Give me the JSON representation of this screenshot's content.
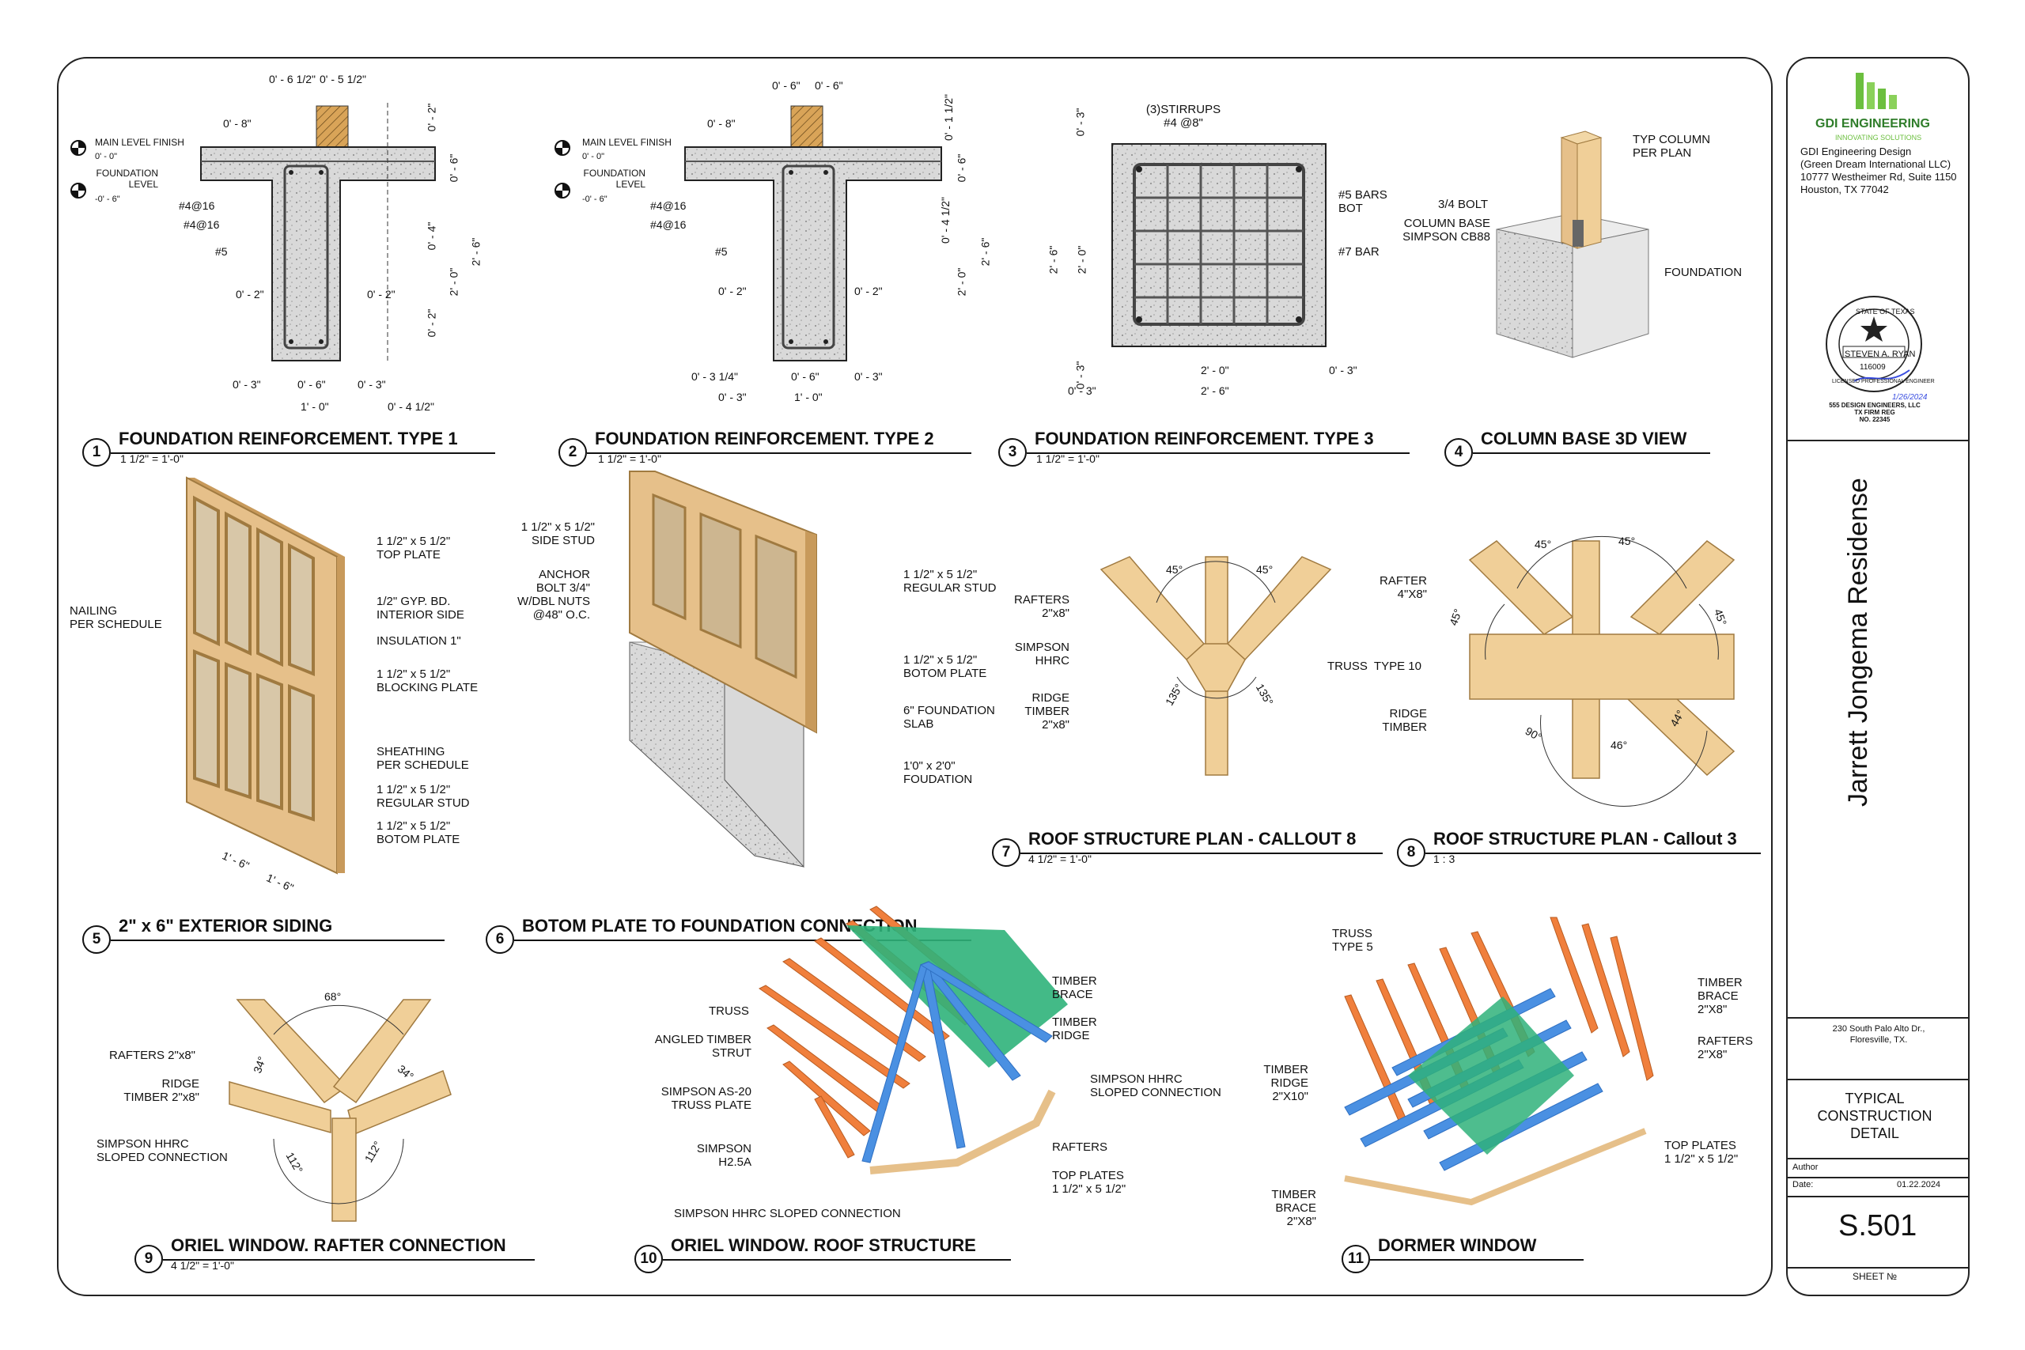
{
  "views": [
    {
      "num": "1",
      "title": "FOUNDATION REINFORCEMENT. TYPE 1",
      "scale": "1 1/2\" = 1'-0\""
    },
    {
      "num": "2",
      "title": "FOUNDATION REINFORCEMENT. TYPE 2",
      "scale": "1 1/2\" = 1'-0\""
    },
    {
      "num": "3",
      "title": "FOUNDATION REINFORCEMENT. TYPE 3",
      "scale": "1 1/2\" = 1'-0\""
    },
    {
      "num": "4",
      "title": "COLUMN BASE 3D VIEW",
      "scale": ""
    },
    {
      "num": "5",
      "title": "2\" x 6\" EXTERIOR SIDING",
      "scale": ""
    },
    {
      "num": "6",
      "title": "BOTOM PLATE TO FOUNDATION CONNECTION",
      "scale": ""
    },
    {
      "num": "7",
      "title": "ROOF STRUCTURE PLAN - CALLOUT 8",
      "scale": "4 1/2\" = 1'-0\""
    },
    {
      "num": "8",
      "title": "ROOF STRUCTURE PLAN - Callout 3",
      "scale": "1 : 3"
    },
    {
      "num": "9",
      "title": "ORIEL WINDOW. RAFTER CONNECTION",
      "scale": "4 1/2\" = 1'-0\""
    },
    {
      "num": "10",
      "title": "ORIEL WINDOW. ROOF STRUCTURE",
      "scale": ""
    },
    {
      "num": "11",
      "title": "DORMER WINDOW",
      "scale": ""
    }
  ],
  "v1": {
    "main_level_finish": "MAIN LEVEL FINISH",
    "main_level_elev": "0' - 0\"",
    "foundation_level": "FOUNDATION\nLEVEL",
    "foundation_elev": "-0' - 6\"",
    "bar1": "#4@16",
    "bar2": "#4@16",
    "bar3": "#5",
    "d_top": "0' - 6 1/2\"",
    "d_top2": "0' - 5 1/2\"",
    "d_8": "0' - 8\"",
    "d_2a": "0' - 2\"",
    "d_6": "0' - 6\"",
    "d_4": "0' - 4\"",
    "d_2ft": "2' - 0\"",
    "d_2b": "0' - 2\"",
    "d_26": "2' - 6\"",
    "d_l2": "0' - 2\"",
    "d_r2": "0' - 2\"",
    "d_b3": "0' - 3\"",
    "d_b6": "0' - 6\"",
    "d_b3r": "0' - 3\"",
    "d_b1": "1' - 0\"",
    "d_b4": "0' - 4 1/2\""
  },
  "v2": {
    "main_level_finish": "MAIN LEVEL FINISH",
    "main_level_elev": "0' - 0\"",
    "foundation_level": "FOUNDATION\nLEVEL",
    "foundation_elev": "-0' - 6\"",
    "bar1": "#4@16",
    "bar2": "#4@16",
    "bar3": "#5",
    "d_t1": "0' - 6\"",
    "d_t2": "0' - 6\"",
    "d_8": "0' - 8\"",
    "d_r1": "0' - 1 1/2\"",
    "d_r2": "0' - 6\"",
    "d_r3": "0' - 4 1/2\"",
    "d_r4": "2' - 0\"",
    "d_r5": "2' - 6\"",
    "d_l2": "0' - 2\"",
    "d_m2": "0' - 2\"",
    "d_b1": "0' - 3 1/4\"",
    "d_b2": "0' - 6\"",
    "d_b3": "0' - 3\"",
    "d_b4": "0' - 3\"",
    "d_b5": "1' - 0\""
  },
  "v3": {
    "stirrups": "(3)STIRRUPS\n#4 @8\"",
    "bars5": "#5 BARS\nBOT",
    "bar7": "#7 BAR",
    "d_t3": "0' - 3\"",
    "d_26": "2' - 6\"",
    "d_20": "2' - 0\"",
    "d_b3": "0' - 3\"",
    "d_b3b": "0' - 3\"",
    "d_h20": "2' - 0\"",
    "d_h26": "2' - 6\"",
    "d_h3": "0' - 3\""
  },
  "v4": {
    "typ_column": "TYP COLUMN\nPER PLAN",
    "bolt": "3/4 BOLT",
    "column_base": "COLUMN BASE\nSIMPSON CB88",
    "foundation": "FOUNDATION"
  },
  "v5": {
    "nailing": "NAILING\nPER SCHEDULE",
    "top_plate": "1 1/2\" x 5 1/2\"\nTOP PLATE",
    "gyp": "1/2\" GYP. BD.\nINTERIOR SIDE",
    "insulation": "INSULATION 1\"",
    "blocking": "1 1/2\" x 5 1/2\"\nBLOCKING PLATE",
    "sheathing": "SHEATHING\nPER SCHEDULE",
    "reg_stud": "1 1/2\" x 5 1/2\"\nREGULAR STUD",
    "botom": "1 1/2\" x 5 1/2\"\nBOTOM PLATE",
    "d1": "1' - 6\"",
    "d2": "1' - 6\""
  },
  "v6": {
    "side_stud": "1 1/2\" x 5 1/2\"\nSIDE STUD",
    "anchor": "ANCHOR\nBOLT 3/4\"\nW/DBL NUTS\n@48\" O.C.",
    "reg_stud": "1 1/2\" x 5 1/2\"\nREGULAR STUD",
    "botom": "1 1/2\" x 5 1/2\"\nBOTOM PLATE",
    "slab": "6\" FOUNDATION\nSLAB",
    "foundation": "1'0\" x 2'0\"\nFOUDATION"
  },
  "v7": {
    "rafters": "RAFTERS\n2\"x8\"",
    "simpson": "SIMPSON\nHHRC",
    "ridge": "RIDGE\nTIMBER\n2\"x8\"",
    "a1": "45°",
    "a2": "45°",
    "a3": "135°",
    "a4": "135°"
  },
  "v8": {
    "rafter": "RAFTER\n4\"X8\"",
    "truss": "TRUSS  TYPE 10",
    "ridge": "RIDGE\nTIMBER",
    "a1": "45°",
    "a2": "45°",
    "a3": "45°",
    "a4": "45°",
    "a5": "90°",
    "a6": "46°",
    "a7": "44°"
  },
  "v9": {
    "rafters": "RAFTERS 2\"x8\"",
    "ridge": "RIDGE\nTIMBER 2\"x8\"",
    "simpson": "SIMPSON HHRC\nSLOPED CONNECTION",
    "a1": "68°",
    "a2": "34°",
    "a3": "34°",
    "a4": "112°",
    "a5": "112°"
  },
  "v10": {
    "truss": "TRUSS",
    "strut": "ANGLED TIMBER\nSTRUT",
    "as20": "SIMPSON AS-20\nTRUSS PLATE",
    "h25": "SIMPSON\nH2.5A",
    "hhrc_bottom": "SIMPSON HHRC SLOPED CONNECTION",
    "brace": "TIMBER\nBRACE",
    "ridge": "TIMBER\nRIDGE",
    "hhrc": "SIMPSON HHRC\nSLOPED CONNECTION",
    "rafters": "RAFTERS",
    "top_plates": "TOP PLATES\n1 1/2\" x 5 1/2\""
  },
  "v11": {
    "truss": "TRUSS\nTYPE 5",
    "ridge": "TIMBER\nRIDGE\n2\"X10\"",
    "brace_l": "TIMBER\nBRACE\n2\"X8\"",
    "brace_r": "TIMBER\nBRACE\n2\"X8\"",
    "rafters": "RAFTERS\n2\"X8\"",
    "top_plates": "TOP PLATES\n1 1/2\" x 5 1/2\""
  },
  "title_block": {
    "logo_name": "GDI ENGINEERING",
    "logo_tag": "INNOVATING SOLUTIONS",
    "company": "GDI Engineering Design\n(Green Dream International LLC)\n10777 Westheimer Rd, Suite 1150\nHouston, TX 77042",
    "seal_top": "STATE OF TEXAS",
    "seal_name": "STEVEN A. RYAN",
    "seal_num": "116009",
    "seal_bottom": "LICENSED PROFESSIONAL ENGINEER",
    "seal_sig_date": "1/26/2024",
    "firm": "555 DESIGN ENGINEERS, LLC\nTX FIRM REG\nNO. 22345",
    "project": "Jarrett Jongema Residense",
    "address": "230 South Palo Alto Dr.,\nFloresville, TX.",
    "sheet_title": "TYPICAL\nCONSTRUCTION\nDETAIL",
    "author_label": "Author",
    "date_label": "Date:",
    "date_value": "01.22.2024",
    "sheet_number": "S.501",
    "sheet_label": "SHEET №"
  },
  "colors": {
    "wood": "#e6c08a",
    "wood_dark": "#c89a5b",
    "concrete": "#d9d9d9",
    "orange": "#f07f3c",
    "blue": "#4a90e2",
    "green": "#2fb27a",
    "logo": "#6cbf3f"
  }
}
